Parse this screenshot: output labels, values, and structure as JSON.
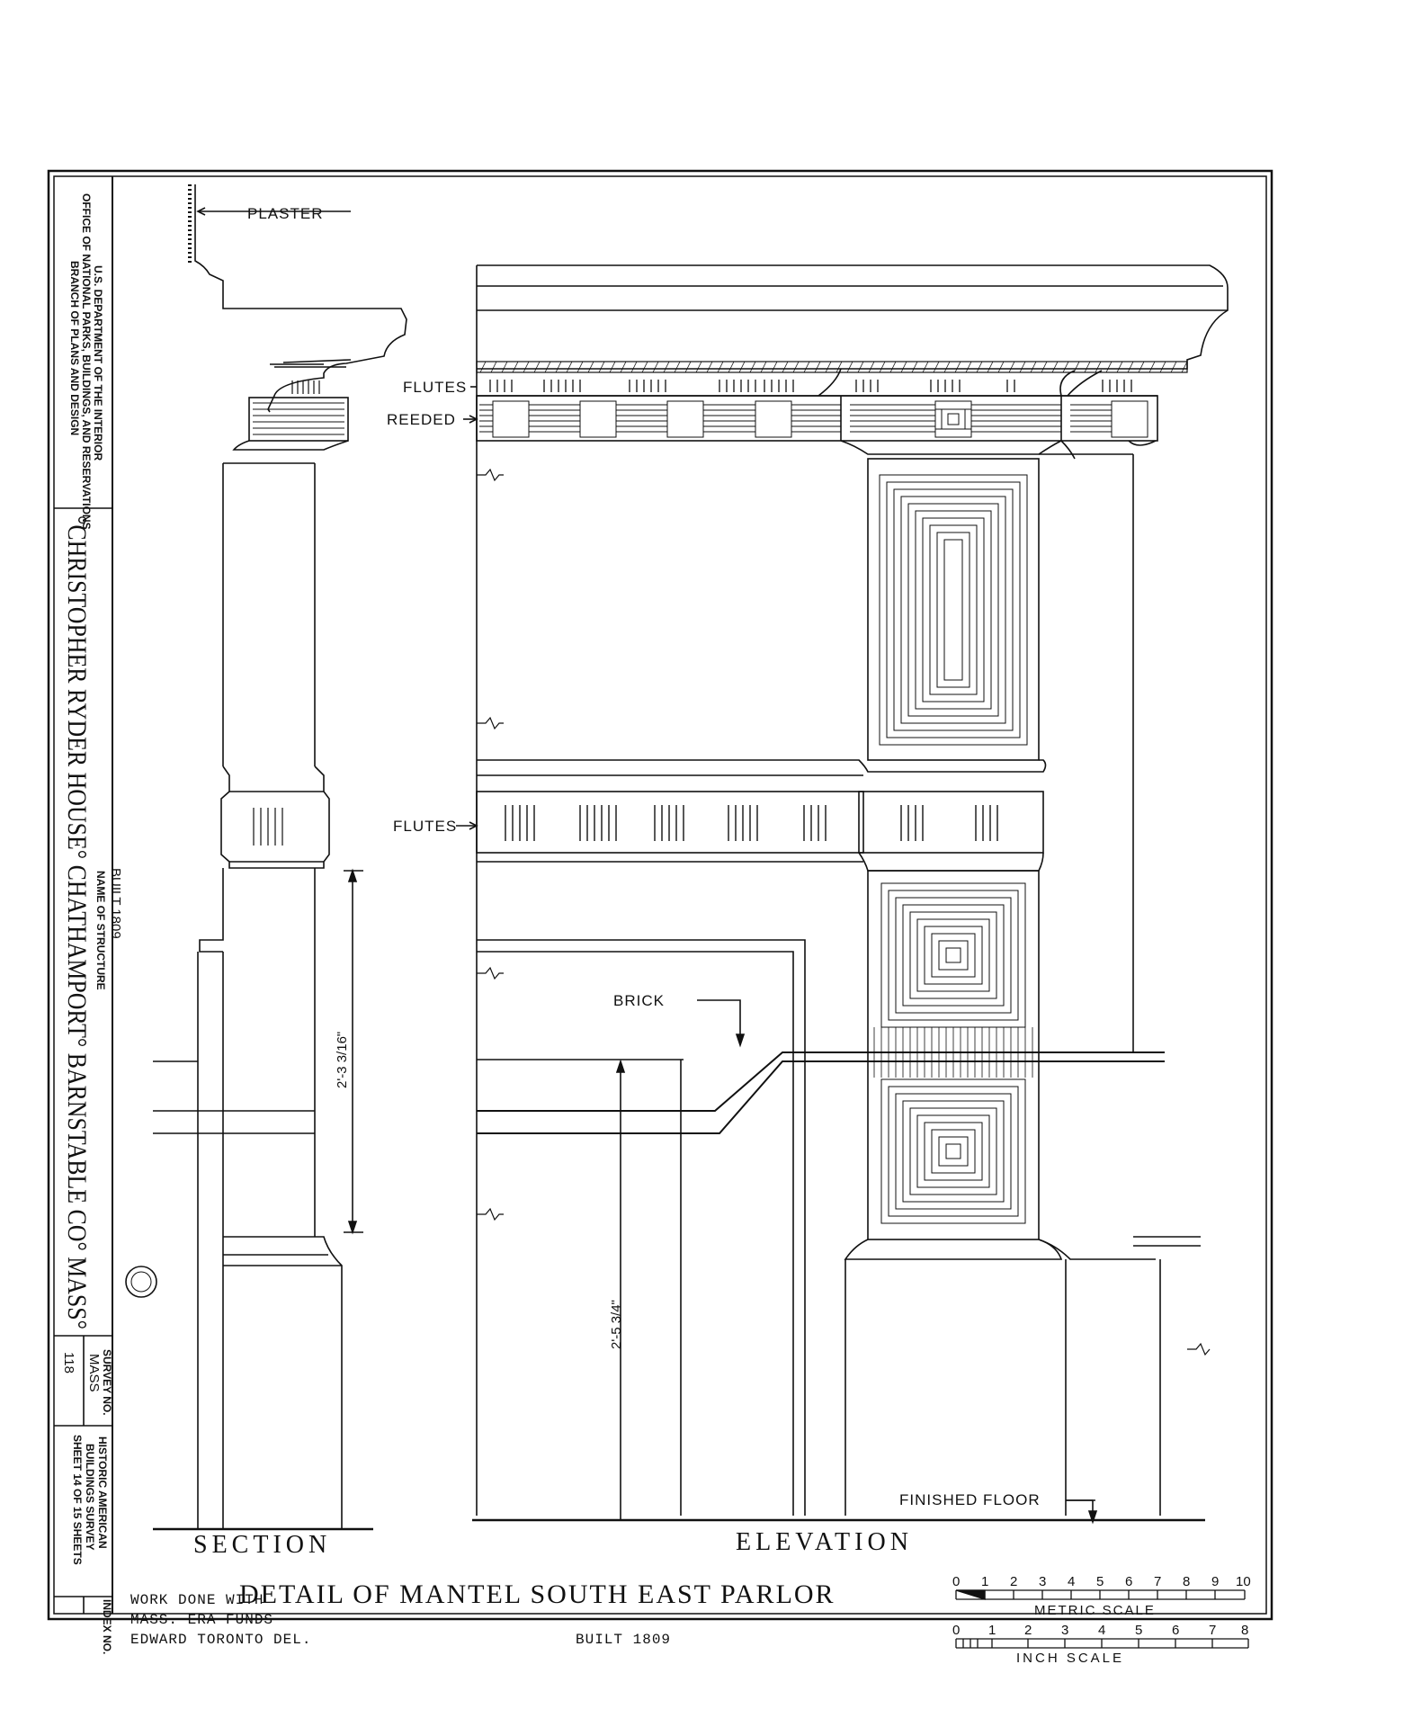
{
  "title_block": {
    "agency_line1": "U.S. DEPARTMENT OF THE INTERIOR",
    "agency_line2": "OFFICE OF NATIONAL PARKS, BUILDINGS, AND RESERVATIONS",
    "agency_line3": "BRANCH OF PLANS AND DESIGN",
    "structure_name": "°CHRISTOPHER RYDER HOUSE° CHATHAMPORT° BARNSTABLE CO° MASS°",
    "built_label": "BUILT 1809",
    "name_label": "NAME OF STRUCTURE",
    "survey_label": "SURVEY NO.",
    "survey_state": "MASS",
    "survey_number": "118",
    "habs_line1": "HISTORIC AMERICAN",
    "habs_line2": "BUILDINGS SURVEY",
    "sheet_info": "SHEET 14 OF 15 SHEETS",
    "index_label": "INDEX NO."
  },
  "annotations": {
    "plaster": "PLASTER",
    "flutes_top": "FLUTES",
    "reeded": "REEDED",
    "flutes_mid": "FLUTES",
    "brick": "BRICK",
    "finished_floor": "FINISHED FLOOR",
    "dim_section": "2'-3 3/16\"",
    "dim_elevation": "2'-5 3/4\""
  },
  "view_labels": {
    "section": "SECTION",
    "elevation": "ELEVATION"
  },
  "drawing_title": "DETAIL OF MANTEL SOUTH EAST PARLOR",
  "credits": {
    "line1": "WORK DONE WITH",
    "line2": "MASS. ERA FUNDS",
    "line3": "EDWARD TORONTO DEL.",
    "built": "BUILT 1809"
  },
  "scales": {
    "metric_label": "METRIC SCALE",
    "metric_ticks": [
      "0",
      "1",
      "2",
      "3",
      "4",
      "5",
      "6",
      "7",
      "8",
      "9",
      "10"
    ],
    "inch_label": "INCH SCALE",
    "inch_ticks": [
      "0",
      "1",
      "2",
      "3",
      "4",
      "5",
      "6",
      "7",
      "8"
    ]
  }
}
